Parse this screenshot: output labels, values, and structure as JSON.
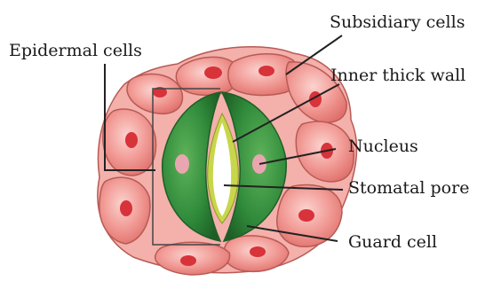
{
  "labels": {
    "epidermal": "Epidermal cells",
    "subsidiary": "Subsidiary cells",
    "inner_wall": "Inner thick wall",
    "nucleus": "Nucleus",
    "pore": "Stomatal pore",
    "guard": "Guard cell"
  },
  "colors": {
    "cell_fill": "#f08a86",
    "cell_light": "#f7b9b4",
    "cell_stroke": "#b85a55",
    "cell_nucleus": "#d8323a",
    "guard_fill": "#2f8a3a",
    "guard_dark": "#1e5e26",
    "guard_light": "#5fb35a",
    "guard_nucleus": "#e9a6b0",
    "pore": "#ffffff",
    "wall": "#c8d64a",
    "leader": "#222222"
  }
}
